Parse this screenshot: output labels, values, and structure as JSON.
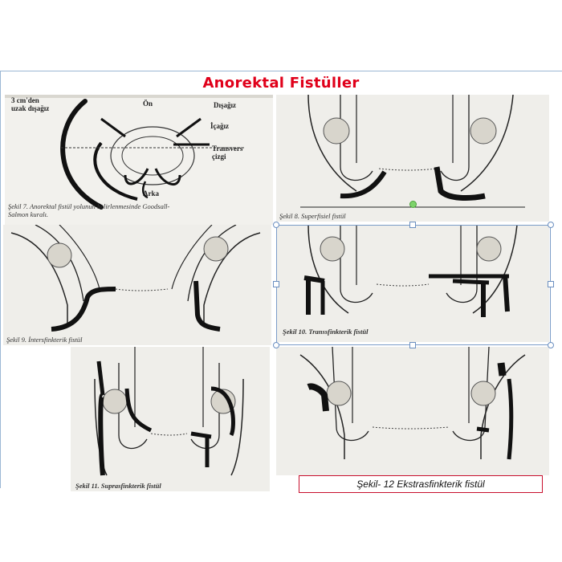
{
  "slide": {
    "title": "Anorektal Fistüller"
  },
  "goodsall": {
    "label_distance": "3 cm'den",
    "label_distance2": "uzak dışağız",
    "label_front": "Ön",
    "label_outer": "Dışağız",
    "label_inner": "İçağız",
    "label_transverse": "Transvers",
    "label_transverse2": "çizgi",
    "label_back": "Arka",
    "caption_line1": "Şekil 7. Anorektal fistül yolunun belirlenmesinde Goodsall-",
    "caption_line2": "Salmon kuralı."
  },
  "figures": {
    "fig8": "Şekil 8. Superfisiel fistül",
    "fig9": "Şekil 9. İntersfinkterik fistül",
    "fig10": "Şekil 10. Transsfinkterik fistül",
    "fig11": "Şekil 11. Suprasfinkterik fistül",
    "fig12": "Şekil- 12 Ekstrasfinkterik fistül"
  },
  "colors": {
    "title": "#e0001a",
    "fistula": "#1a1a1a",
    "selection": "#7a9cc8"
  }
}
